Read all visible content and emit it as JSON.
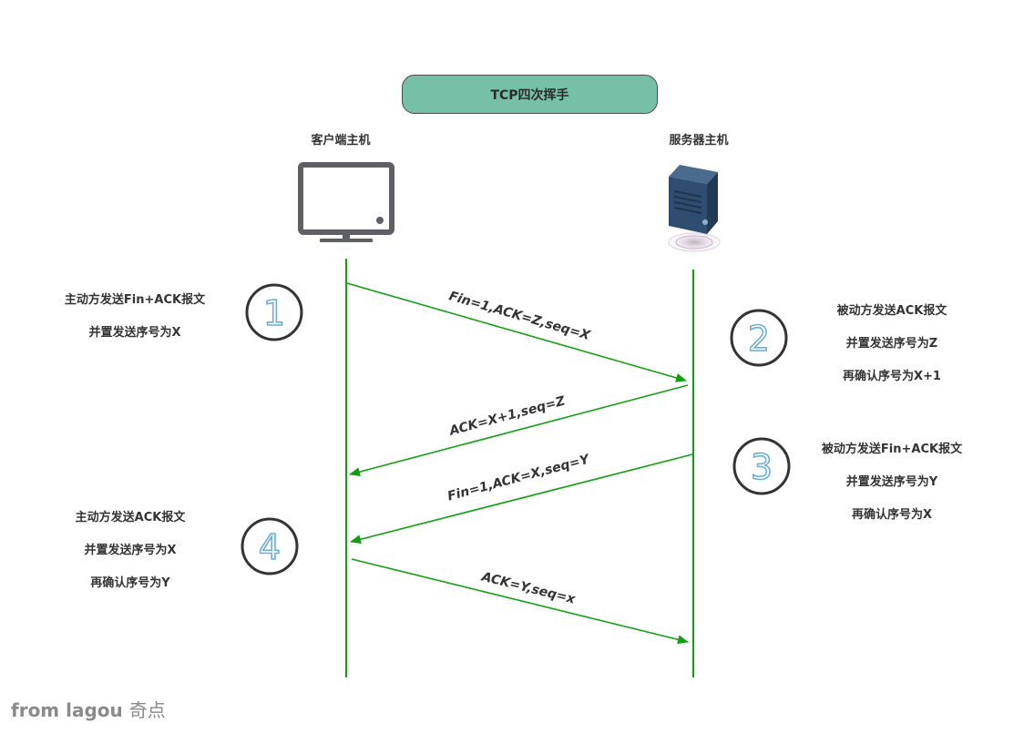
{
  "title": "TCP四次挥手",
  "hosts": {
    "client": "客户端主机",
    "server": "服务器主机"
  },
  "steps": [
    {
      "number": "1",
      "side": "client",
      "lines": [
        "主动方发送Fin+ACK报文",
        "并置发送序号为X"
      ]
    },
    {
      "number": "2",
      "side": "server",
      "lines": [
        "被动方发送ACK报文",
        "并置发送序号为Z",
        "再确认序号为X+1"
      ]
    },
    {
      "number": "3",
      "side": "server",
      "lines": [
        "被动方发送Fin+ACK报文",
        "并置发送序号为Y",
        "再确认序号为X"
      ]
    },
    {
      "number": "4",
      "side": "client",
      "lines": [
        "主动方发送ACK报文",
        "并置发送序号为X",
        "再确认序号为Y"
      ]
    }
  ],
  "messages": [
    {
      "label": "Fin=1,ACK=Z,seq=X",
      "direction": "client-to-server"
    },
    {
      "label": "ACK=X+1,seq=Z",
      "direction": "server-to-client"
    },
    {
      "label": "Fin=1,ACK=X,seq=Y",
      "direction": "server-to-client"
    },
    {
      "label": "ACK=Y,seq=x",
      "direction": "client-to-server"
    }
  ],
  "colors": {
    "lifeline": "#12a012",
    "arrow": "#12a012",
    "title_fill": "#75c0a6",
    "circle_stroke": "#333333",
    "digit": "#6aaedc"
  },
  "icons": {
    "client": "monitor-icon",
    "server": "server-icon"
  },
  "watermark": {
    "latin": "from lagou",
    "cn": "奇点"
  }
}
